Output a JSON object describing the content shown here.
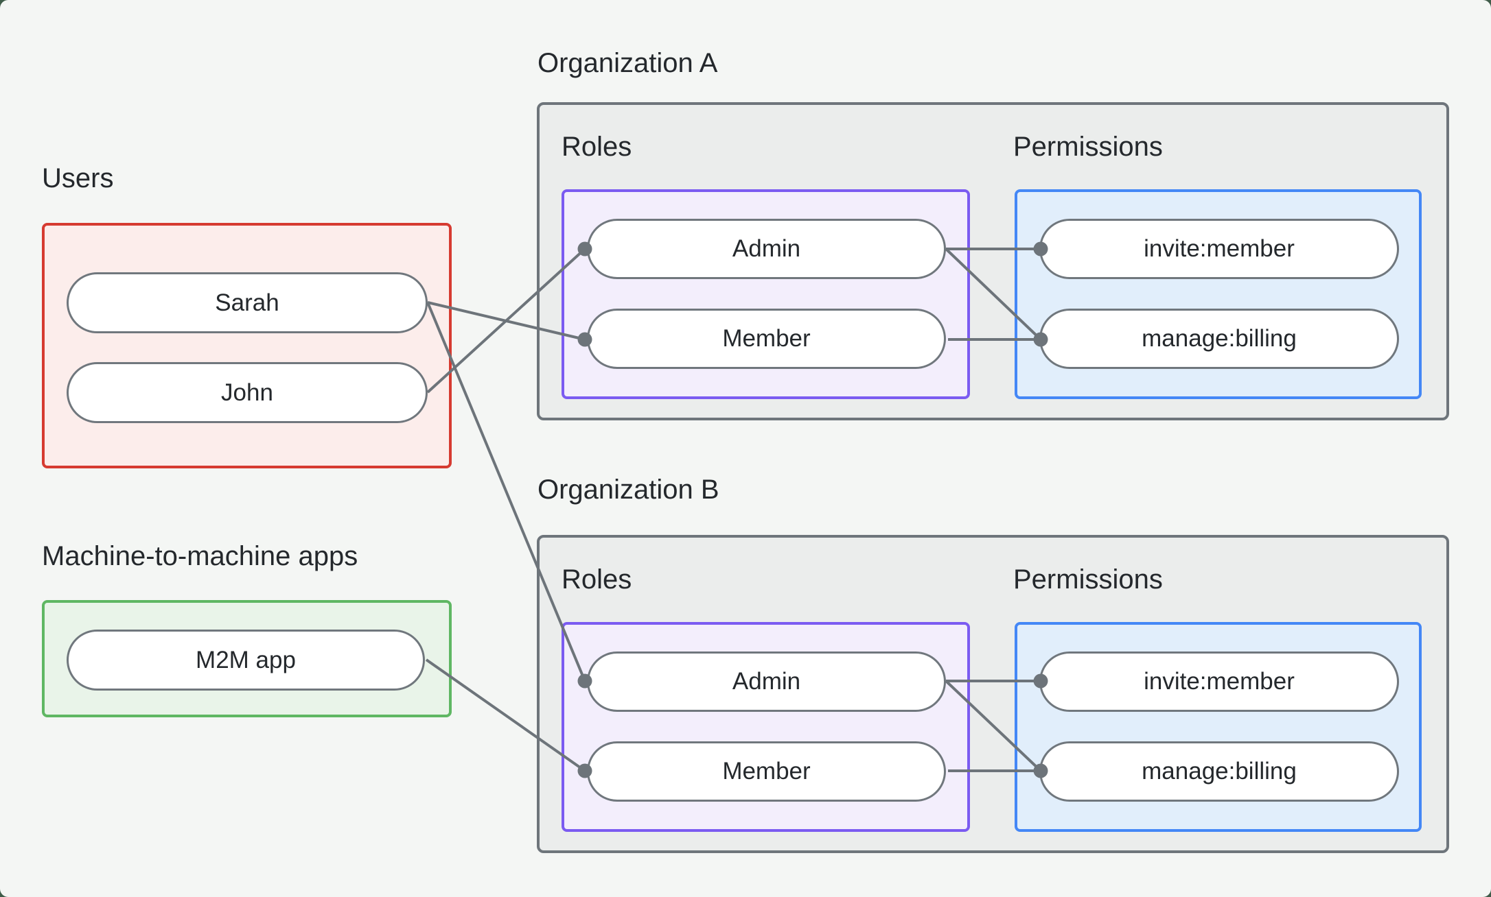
{
  "colors": {
    "outer_background": "#3f5c49",
    "canvas_background": "#f4f6f4",
    "org_box_background": "#ebedec",
    "org_box_border": "#6e757b",
    "users_box_border": "#d63b31",
    "users_box_background": "#fcedeb",
    "m2m_box_border": "#5fb763",
    "m2m_box_background": "#e9f4e9",
    "roles_box_border": "#7b5bf1",
    "roles_box_background": "#f3eefc",
    "permissions_box_border": "#4487f6",
    "permissions_box_background": "#e1eefb",
    "pill_background": "#ffffff",
    "pill_border": "#70777d",
    "edge_color": "#6d747a",
    "text_color": "#24282c"
  },
  "users_section": {
    "label": "Users",
    "items": [
      "Sarah",
      "John"
    ]
  },
  "m2m_section": {
    "label": "Machine-to-machine apps",
    "items": [
      "M2M app"
    ]
  },
  "organizations": [
    {
      "label": "Organization A",
      "roles_label": "Roles",
      "permissions_label": "Permissions",
      "roles": [
        "Admin",
        "Member"
      ],
      "permissions": [
        "invite:member",
        "manage:billing"
      ]
    },
    {
      "label": "Organization B",
      "roles_label": "Roles",
      "permissions_label": "Permissions",
      "roles": [
        "Admin",
        "Member"
      ],
      "permissions": [
        "invite:member",
        "manage:billing"
      ]
    }
  ],
  "edges": [
    {
      "from": "Sarah",
      "to": "Organization A / Member"
    },
    {
      "from": "Sarah",
      "to": "Organization B / Admin"
    },
    {
      "from": "John",
      "to": "Organization A / Admin"
    },
    {
      "from": "M2M app",
      "to": "Organization B / Member"
    },
    {
      "from": "Organization A / Admin",
      "to": "Organization A / invite:member"
    },
    {
      "from": "Organization A / Admin",
      "to": "Organization A / manage:billing"
    },
    {
      "from": "Organization A / Member",
      "to": "Organization A / manage:billing"
    },
    {
      "from": "Organization B / Admin",
      "to": "Organization B / invite:member"
    },
    {
      "from": "Organization B / Admin",
      "to": "Organization B / manage:billing"
    },
    {
      "from": "Organization B / Member",
      "to": "Organization B / manage:billing"
    }
  ]
}
